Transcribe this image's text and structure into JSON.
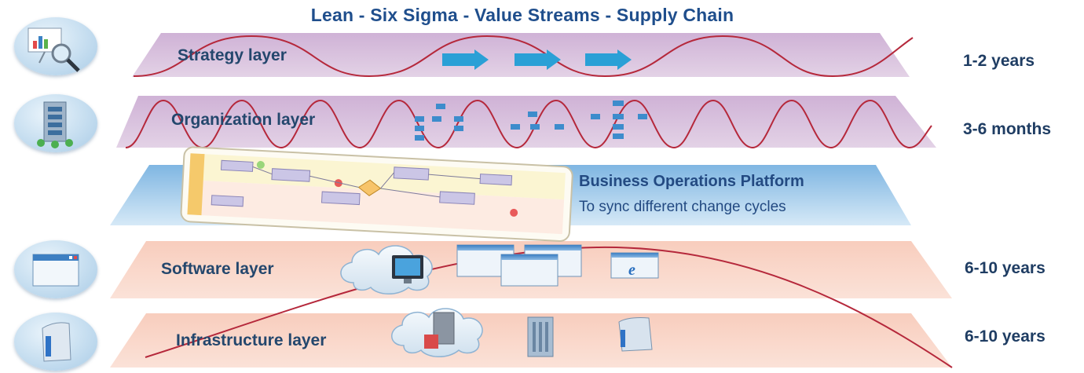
{
  "title": "Lean - Six Sigma - Value Streams - Supply Chain",
  "layers": [
    {
      "label": "Strategy layer",
      "duration": "1-2 years",
      "icon": "presentation-magnifier-icon"
    },
    {
      "label": "Organization layer",
      "duration": "3-6 months",
      "icon": "building-icon"
    },
    {
      "label": "Software layer",
      "duration": "6-10 years",
      "icon": "app-window-icon"
    },
    {
      "label": "Infrastructure layer",
      "duration": "6-10 years",
      "icon": "server-icon"
    }
  ],
  "platform": {
    "title": "Business Operations Platform",
    "subtitle": "To sync different change cycles"
  },
  "colors": {
    "strategy_band": "#d9c3dd",
    "organization_band": "#d8c3dd",
    "platform_band": "#a9cdea",
    "software_band": "#f9d5c8",
    "infrastructure_band": "#f9d5c8",
    "wave": "#b5283b",
    "arrow": "#2aa0d6",
    "title": "#1f4e8c"
  }
}
